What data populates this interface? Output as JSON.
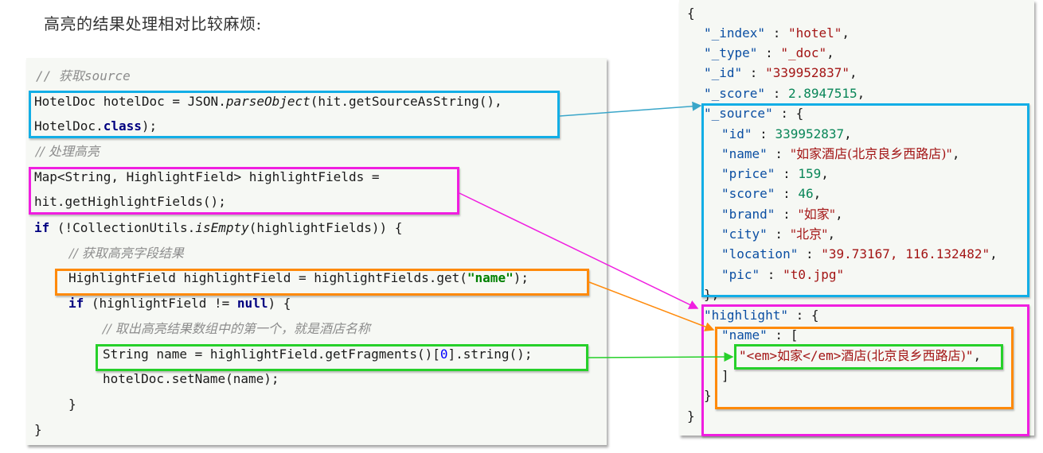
{
  "heading": "高亮的结果处理相对比较麻烦:",
  "code": {
    "comment_get_source_prefix": "// ",
    "comment_get_source_cjk": "获取",
    "comment_get_source_suffix": "source",
    "line1_a": "HotelDoc hotelDoc = JSON.",
    "line1_method": "parseObject",
    "line1_b": "(hit.getSourceAsString(),",
    "line2_a": "HotelDoc.",
    "line2_kw": "class",
    "line2_b": ");",
    "comment_process": "// 处理高亮",
    "line3": "Map<String, HighlightField> highlightFields =",
    "line4": "hit.getHighlightFields();",
    "line5_kw": "if",
    "line5_a": " (!CollectionUtils.",
    "line5_method": "isEmpty",
    "line5_b": "(highlightFields)) {",
    "comment_get_field": "// 获取高亮字段结果",
    "line6_a": "HighlightField highlightField = highlightFields.get(",
    "line6_str": "\"name\"",
    "line6_b": ");",
    "line7_kw": "if",
    "line7_a": " (highlightField != ",
    "line7_null": "null",
    "line7_b": ") {",
    "comment_first": "// 取出高亮结果数组中的第一个，就是酒店名称",
    "line8_a": "String name = highlightField.getFragments()[",
    "line8_num": "0",
    "line8_b": "].string();",
    "line9": "hotelDoc.setName(name);",
    "close_inner": "}",
    "close_outer": "}"
  },
  "json": {
    "open": "{",
    "index_key": "\"_index\"",
    "index_val": "\"hotel\"",
    "type_key": "\"_type\"",
    "type_val": "\"_doc\"",
    "id_key": "\"_id\"",
    "id_val": "\"339952837\"",
    "score_key": "\"_score\"",
    "score_val": "2.8947515",
    "source_key": "\"_source\"",
    "source_fields": {
      "id_key": "\"id\"",
      "id_val": "339952837",
      "name_key": "\"name\"",
      "name_val": "\"如家酒店(北京良乡西路店)\"",
      "price_key": "\"price\"",
      "price_val": "159",
      "score_key": "\"score\"",
      "score_val": "46",
      "brand_key": "\"brand\"",
      "brand_val": "\"如家\"",
      "city_key": "\"city\"",
      "city_val": "\"北京\"",
      "location_key": "\"location\"",
      "location_val": "\"39.73167, 116.132482\"",
      "pic_key": "\"pic\"",
      "pic_val": "\"t0.jpg\""
    },
    "source_close": "},",
    "highlight_key": "\"highlight\"",
    "hl_name_key": "\"name\"",
    "hl_q1": "\"",
    "hl_em_open": "<em>",
    "hl_em_text": "如家",
    "hl_em_close": "</em>",
    "hl_rest": "酒店(北京良乡西路店)",
    "hl_q2": "\"",
    "hl_arr_close": "]",
    "hl_obj_close": "}",
    "close": "}"
  },
  "colors": {
    "source_box": "#12aee6",
    "highlight_box": "#f01ee0",
    "field_box": "#ff8a0a",
    "fragment_box": "#26d02a"
  }
}
